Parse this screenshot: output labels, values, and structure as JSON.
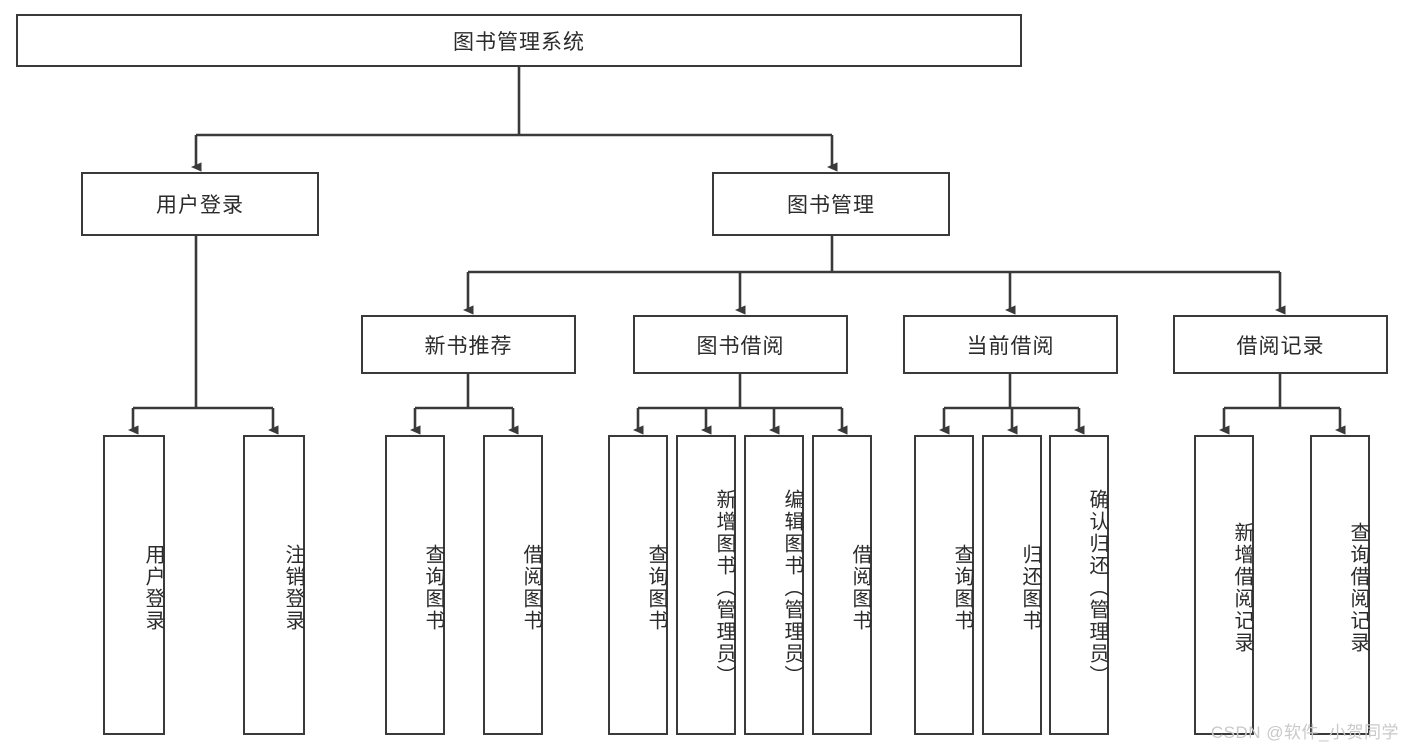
{
  "diagram": {
    "title": "图书管理系统",
    "type": "hierarchy-tree",
    "watermark": "CSDN @软件_小贺同学",
    "colors": {
      "border": "#3a3a3a",
      "background": "#ffffff",
      "text": "#2b2b2b",
      "watermark": "#c9c9c9"
    },
    "root": {
      "label": "图书管理系统"
    },
    "level2": [
      {
        "label": "用户登录"
      },
      {
        "label": "图书管理"
      }
    ],
    "level3": [
      {
        "label": "新书推荐"
      },
      {
        "label": "图书借阅"
      },
      {
        "label": "当前借阅"
      },
      {
        "label": "借阅记录"
      }
    ],
    "leaves": {
      "user_login": [
        {
          "label": "用户登录"
        },
        {
          "label": "注销登录"
        }
      ],
      "new_book": [
        {
          "label": "查询图书"
        },
        {
          "label": "借阅图书"
        }
      ],
      "book_borrow": [
        {
          "label": "查询图书"
        },
        {
          "label": "新增图书（管理员）"
        },
        {
          "label": "编辑图书（管理员）"
        },
        {
          "label": "借阅图书"
        }
      ],
      "current_borrow": [
        {
          "label": "查询图书"
        },
        {
          "label": "归还图书"
        },
        {
          "label": "确认归还（管理员）"
        }
      ],
      "borrow_record": [
        {
          "label": "新增借阅记录"
        },
        {
          "label": "查询借阅记录"
        }
      ]
    }
  }
}
